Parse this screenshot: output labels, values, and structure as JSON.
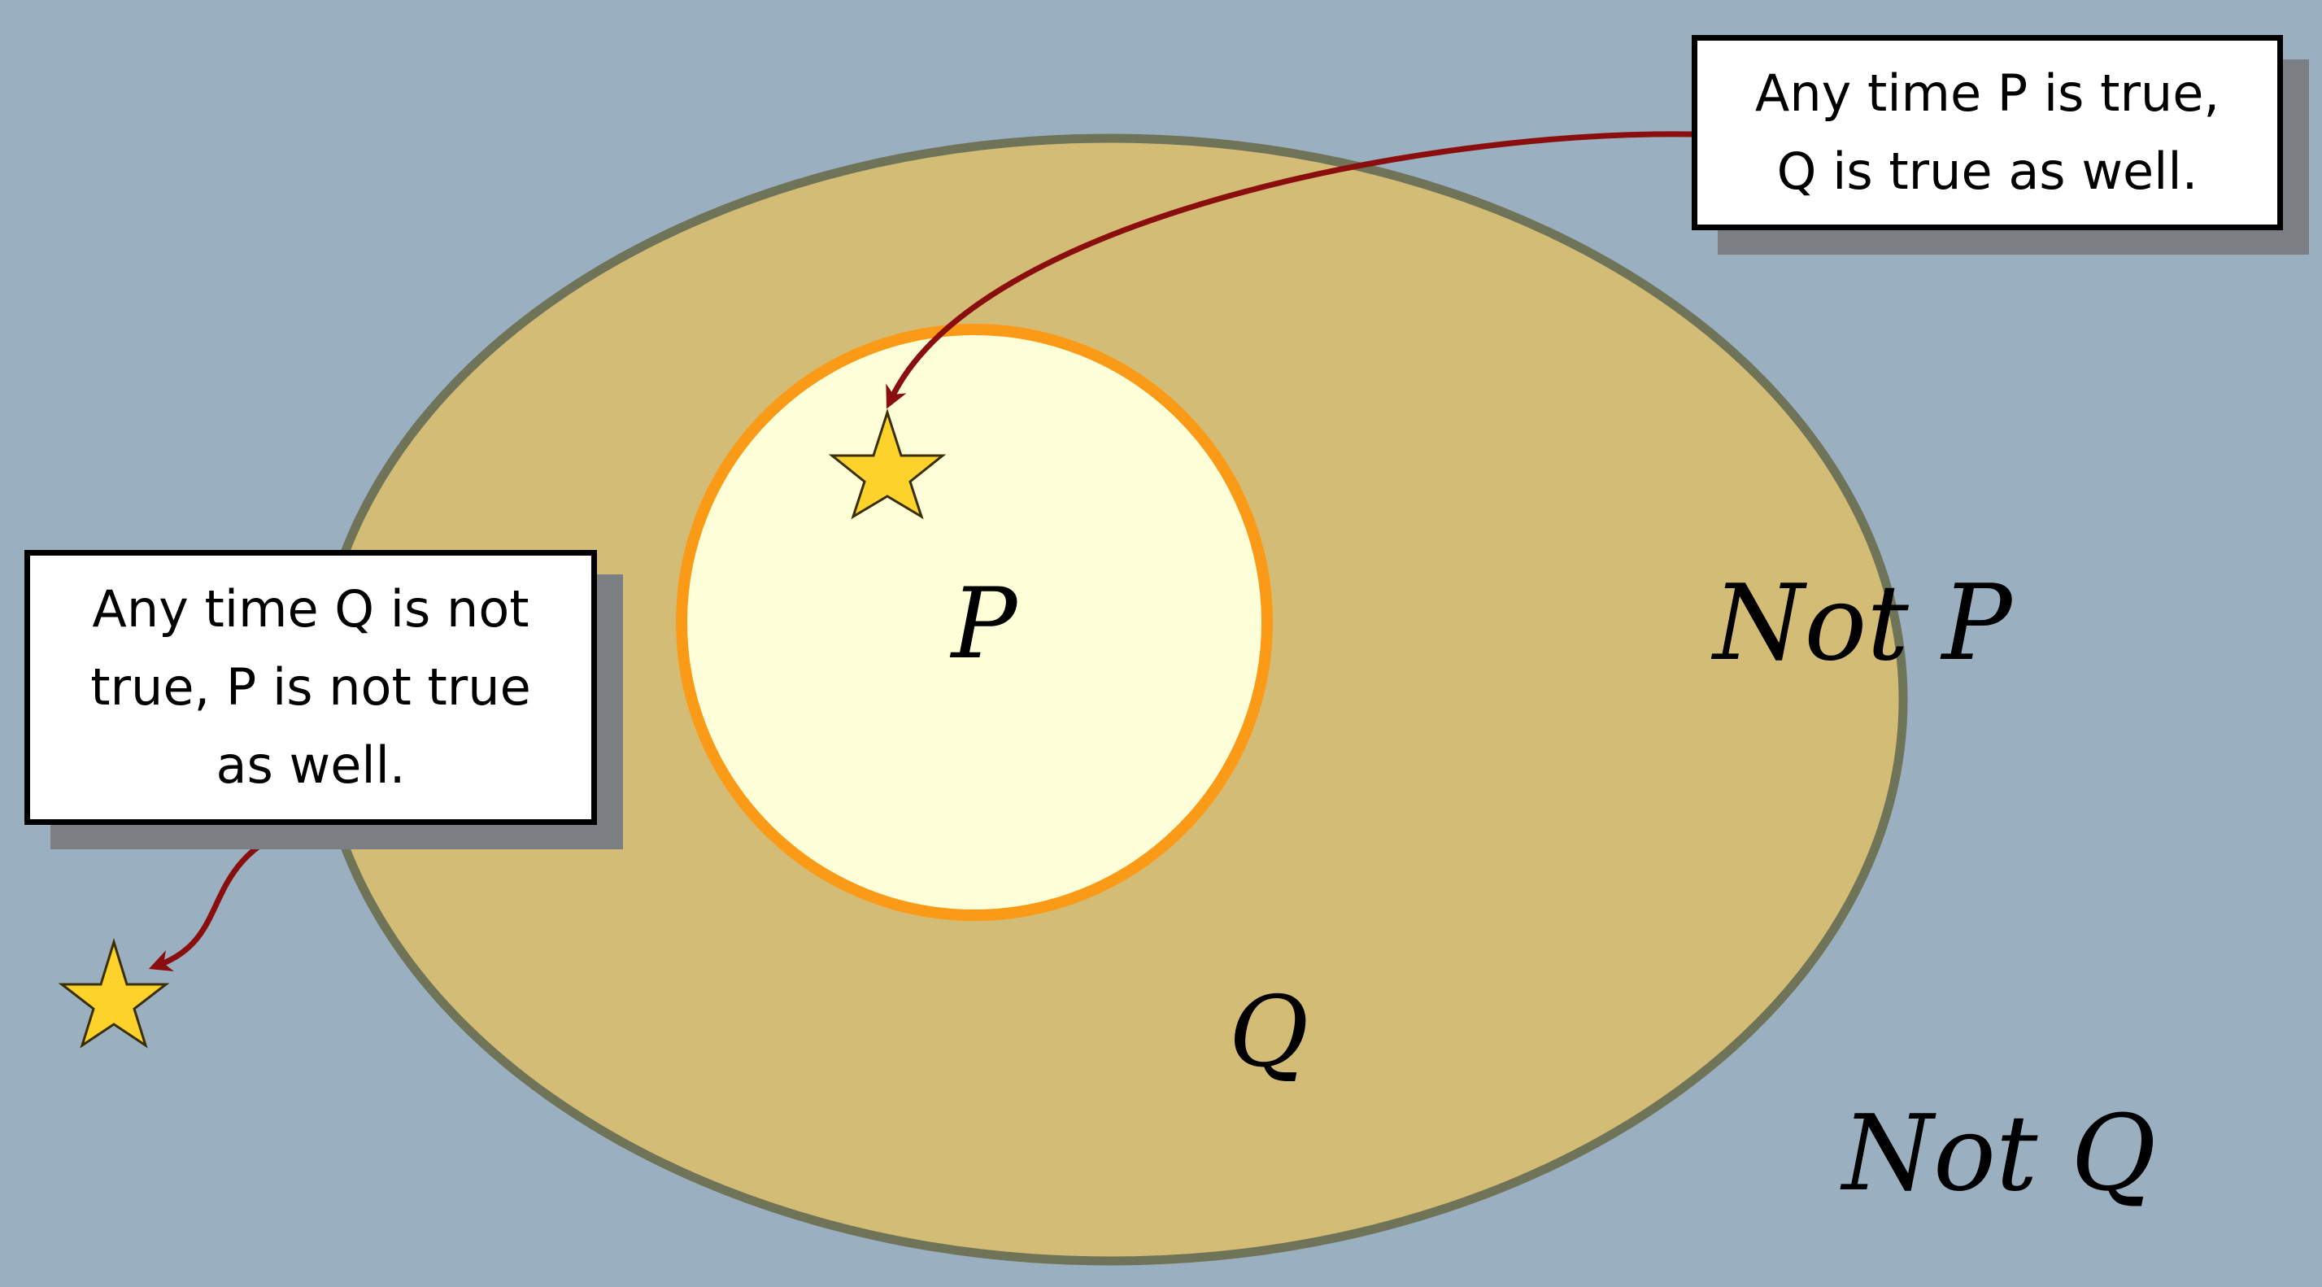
{
  "diagram": {
    "sets": {
      "q": {
        "label": "Q",
        "fill": "#d3bc76",
        "stroke": "#6f7458"
      },
      "p": {
        "label": "P",
        "fill": "#fefed8",
        "stroke": "#fb9a16"
      }
    },
    "region_labels": {
      "not_p": "Not P",
      "not_q": "Not Q"
    },
    "callouts": {
      "p_implies_q": "Any time P is true,\nQ is true as well.",
      "not_q_implies_not_p": "Any time Q is not\ntrue, P is not true\nas well."
    },
    "colors": {
      "background": "#9ab0c0",
      "arrow": "#8b0e0e",
      "star_fill": "#fdd22a",
      "star_stroke": "#3a2f00"
    }
  }
}
